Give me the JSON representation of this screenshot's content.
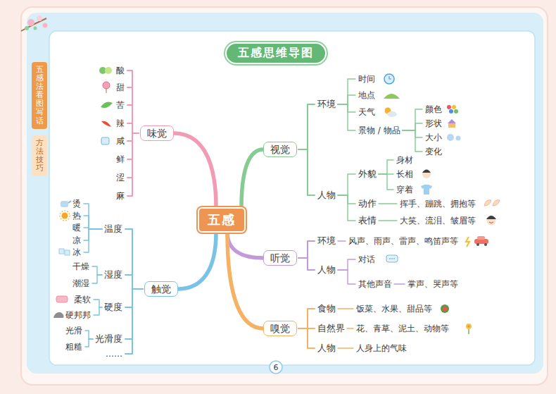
{
  "diagram": {
    "title": "五感思维导图",
    "nodes": [
      {
        "text": [
          "五感"
        ]
      },
      {
        "text": [
          "味觉"
        ]
      },
      {
        "text": [
          "酸"
        ]
      },
      {
        "text": [
          "甜"
        ]
      },
      {
        "text": [
          "苦"
        ]
      },
      {
        "text": [
          "辣"
        ]
      },
      {
        "text": [
          "咸"
        ]
      },
      {
        "text": [
          "鲜"
        ]
      },
      {
        "text": [
          "涩"
        ]
      },
      {
        "text": [
          "麻"
        ]
      },
      {
        "text": [
          "触觉"
        ]
      },
      {
        "text": [
          "温度"
        ]
      },
      {
        "text": [
          "烫"
        ]
      },
      {
        "text": [
          "热"
        ]
      },
      {
        "text": [
          "暖"
        ]
      },
      {
        "text": [
          "凉"
        ]
      },
      {
        "text": [
          "冰"
        ]
      },
      {
        "text": [
          "湿度"
        ]
      },
      {
        "text": [
          "干燥"
        ]
      },
      {
        "text": [
          "潮湿"
        ]
      },
      {
        "text": [
          "硬度"
        ]
      },
      {
        "text": [
          "柔软"
        ]
      },
      {
        "text": [
          "硬邦邦"
        ]
      },
      {
        "text": [
          "光滑度"
        ]
      },
      {
        "text": [
          "光滑"
        ]
      },
      {
        "text": [
          "粗糙"
        ]
      },
      {
        "text": [
          "……"
        ]
      },
      {
        "text": [
          "视觉"
        ]
      },
      {
        "text": [
          "环境"
        ]
      },
      {
        "text": [
          "时间"
        ]
      },
      {
        "text": [
          "地点"
        ]
      },
      {
        "text": [
          "天气"
        ]
      },
      {
        "text": [
          "景物 / 物品"
        ]
      },
      {
        "text": [
          "颜色"
        ]
      },
      {
        "text": [
          "形状"
        ]
      },
      {
        "text": [
          "大小"
        ]
      },
      {
        "text": [
          "变化"
        ]
      },
      {
        "text": [
          "人物"
        ]
      },
      {
        "text": [
          "外貌"
        ]
      },
      {
        "text": [
          "身材"
        ]
      },
      {
        "text": [
          "长相"
        ]
      },
      {
        "text": [
          "穿着"
        ]
      },
      {
        "text": [
          "动作"
        ]
      },
      {
        "text": [
          "挥手、蹦跳、拥抱等"
        ]
      },
      {
        "text": [
          "表情"
        ]
      },
      {
        "text": [
          "大笑、流泪、皱眉等"
        ]
      },
      {
        "text": [
          "听觉"
        ]
      },
      {
        "text": [
          "环境"
        ]
      },
      {
        "text": [
          "风声、雨声、雷声、鸣笛声等"
        ]
      },
      {
        "text": [
          "人物"
        ]
      },
      {
        "text": [
          "对话"
        ]
      },
      {
        "text": [
          "其他声音"
        ]
      },
      {
        "text": [
          "掌声、哭声等"
        ]
      },
      {
        "text": [
          "嗅觉"
        ]
      },
      {
        "text": [
          "食物"
        ]
      },
      {
        "text": [
          "饭菜、水果、甜品等"
        ]
      },
      {
        "text": [
          "自然界"
        ]
      },
      {
        "text": [
          "花、青草、泥土、动物等"
        ]
      },
      {
        "text": [
          "人物"
        ]
      },
      {
        "text": [
          "人身上的气味"
        ]
      }
    ],
    "edges": [
      {
        "from": 0,
        "to": 1,
        "arrow": "none"
      },
      {
        "from": 0,
        "to": 10,
        "arrow": "none"
      },
      {
        "from": 0,
        "to": 27,
        "arrow": "none"
      },
      {
        "from": 0,
        "to": 46,
        "arrow": "none"
      },
      {
        "from": 0,
        "to": 53,
        "arrow": "none"
      },
      {
        "from": 1,
        "to": 2,
        "arrow": "none"
      },
      {
        "from": 1,
        "to": 3,
        "arrow": "none"
      },
      {
        "from": 1,
        "to": 4,
        "arrow": "none"
      },
      {
        "from": 1,
        "to": 5,
        "arrow": "none"
      },
      {
        "from": 1,
        "to": 6,
        "arrow": "none"
      },
      {
        "from": 1,
        "to": 7,
        "arrow": "none"
      },
      {
        "from": 1,
        "to": 8,
        "arrow": "none"
      },
      {
        "from": 1,
        "to": 9,
        "arrow": "none"
      },
      {
        "from": 10,
        "to": 11,
        "arrow": "none"
      },
      {
        "from": 10,
        "to": 17,
        "arrow": "none"
      },
      {
        "from": 10,
        "to": 20,
        "arrow": "none"
      },
      {
        "from": 10,
        "to": 23,
        "arrow": "none"
      },
      {
        "from": 10,
        "to": 26,
        "arrow": "none"
      },
      {
        "from": 11,
        "to": 12,
        "arrow": "none"
      },
      {
        "from": 11,
        "to": 13,
        "arrow": "none"
      },
      {
        "from": 11,
        "to": 14,
        "arrow": "none"
      },
      {
        "from": 11,
        "to": 15,
        "arrow": "none"
      },
      {
        "from": 11,
        "to": 16,
        "arrow": "none"
      },
      {
        "from": 17,
        "to": 18,
        "arrow": "none"
      },
      {
        "from": 17,
        "to": 19,
        "arrow": "none"
      },
      {
        "from": 20,
        "to": 21,
        "arrow": "none"
      },
      {
        "from": 20,
        "to": 22,
        "arrow": "none"
      },
      {
        "from": 23,
        "to": 24,
        "arrow": "none"
      },
      {
        "from": 23,
        "to": 25,
        "arrow": "none"
      },
      {
        "from": 27,
        "to": 28,
        "arrow": "none"
      },
      {
        "from": 27,
        "to": 37,
        "arrow": "none"
      },
      {
        "from": 28,
        "to": 29,
        "arrow": "none"
      },
      {
        "from": 28,
        "to": 30,
        "arrow": "none"
      },
      {
        "from": 28,
        "to": 31,
        "arrow": "none"
      },
      {
        "from": 28,
        "to": 32,
        "arrow": "none"
      },
      {
        "from": 32,
        "to": 33,
        "arrow": "none"
      },
      {
        "from": 32,
        "to": 34,
        "arrow": "none"
      },
      {
        "from": 32,
        "to": 35,
        "arrow": "none"
      },
      {
        "from": 32,
        "to": 36,
        "arrow": "none"
      },
      {
        "from": 37,
        "to": 38,
        "arrow": "none"
      },
      {
        "from": 37,
        "to": 42,
        "arrow": "none"
      },
      {
        "from": 37,
        "to": 44,
        "arrow": "none"
      },
      {
        "from": 38,
        "to": 39,
        "arrow": "none"
      },
      {
        "from": 38,
        "to": 40,
        "arrow": "none"
      },
      {
        "from": 38,
        "to": 41,
        "arrow": "none"
      },
      {
        "from": 42,
        "to": 43,
        "arrow": "none"
      },
      {
        "from": 44,
        "to": 45,
        "arrow": "none"
      },
      {
        "from": 46,
        "to": 47,
        "arrow": "none"
      },
      {
        "from": 46,
        "to": 49,
        "arrow": "none"
      },
      {
        "from": 47,
        "to": 48,
        "arrow": "none"
      },
      {
        "from": 49,
        "to": 50,
        "arrow": "none"
      },
      {
        "from": 49,
        "to": 51,
        "arrow": "none"
      },
      {
        "from": 51,
        "to": 52,
        "arrow": "none"
      },
      {
        "from": 53,
        "to": 54,
        "arrow": "none"
      },
      {
        "from": 53,
        "to": 56,
        "arrow": "none"
      },
      {
        "from": 53,
        "to": 58,
        "arrow": "none"
      },
      {
        "from": 54,
        "to": 55,
        "arrow": "none"
      },
      {
        "from": 56,
        "to": 57,
        "arrow": "none"
      },
      {
        "from": 58,
        "to": 59,
        "arrow": "none"
      }
    ],
    "labels": [
      "五感法看图写话",
      "方法技巧",
      "6"
    ]
  }
}
